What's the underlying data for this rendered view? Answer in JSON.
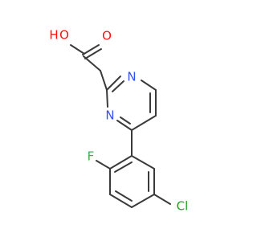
{
  "colors": {
    "bond": "#3a3a3a",
    "oxygen": "#ff0d0d",
    "nitrogen": "#3050f8",
    "fluorine": "#32b34e",
    "chlorine": "#1ca01c",
    "background": "#ffffff"
  },
  "atoms": {
    "hydroxyl_oxygen": "O",
    "hydroxyl_hydrogen": "H",
    "carbonyl_oxygen": "O",
    "ring_nitrogen_1": "N",
    "ring_nitrogen_2": "N",
    "fluorine": "F",
    "chlorine": "Cl"
  }
}
